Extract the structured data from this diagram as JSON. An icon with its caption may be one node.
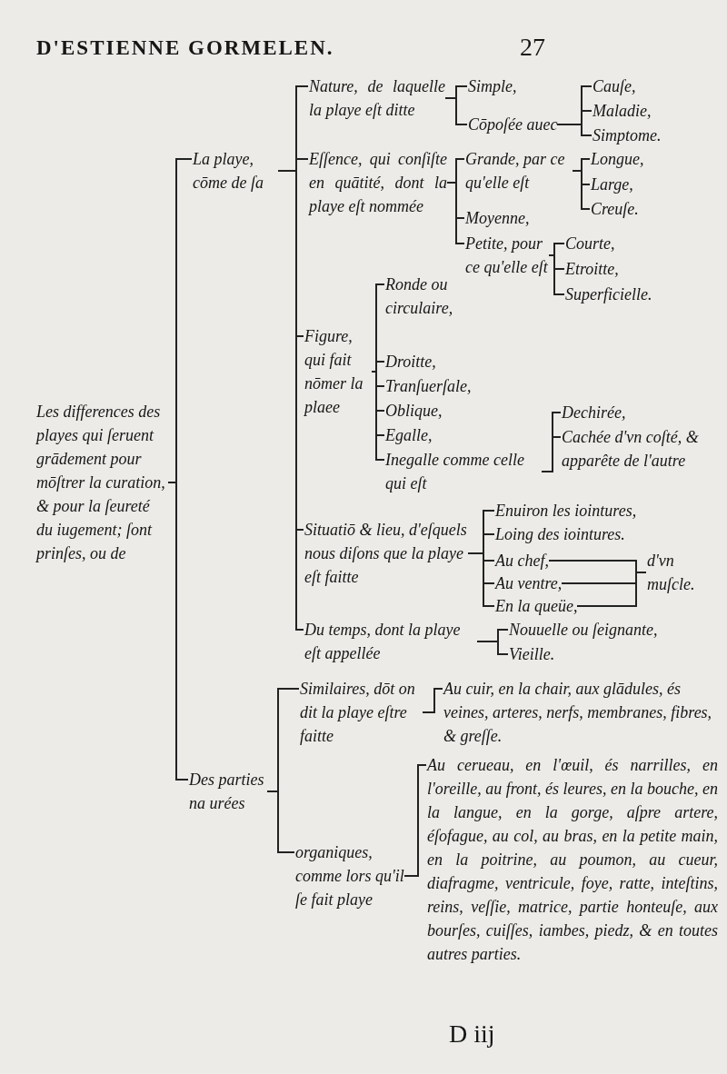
{
  "diagram": {
    "title": "D'ESTIENNE GORMELEN.",
    "nodes": [
      {
        "text": [
          "Les differences des playes qui ſeruent grādement pour mōſtrer la curation, & pour la ſeureté du iugement; ſont prinſes, ou de"
        ]
      },
      {
        "text": [
          "La playe, cōme de ſa"
        ]
      },
      {
        "text": [
          "Des parties na urées"
        ]
      },
      {
        "text": [
          "Nature, de laquelle la playe eſt ditte"
        ]
      },
      {
        "text": [
          "Simple,"
        ]
      },
      {
        "text": [
          "Cōpoſée auec"
        ]
      },
      {
        "text": [
          "Cauſe,"
        ]
      },
      {
        "text": [
          "Maladie,"
        ]
      },
      {
        "text": [
          "Simptome."
        ]
      },
      {
        "text": [
          "Eſſence, qui conſiſte en quātité, dont la playe eſt nommée"
        ]
      },
      {
        "text": [
          "Grande, par ce qu'elle eſt"
        ]
      },
      {
        "text": [
          "Longue,"
        ]
      },
      {
        "text": [
          "Large,"
        ]
      },
      {
        "text": [
          "Creuſe."
        ]
      },
      {
        "text": [
          "Moyenne,"
        ]
      },
      {
        "text": [
          "Petite, pour ce qu'elle eſt"
        ]
      },
      {
        "text": [
          "Courte,"
        ]
      },
      {
        "text": [
          "Etroitte,"
        ]
      },
      {
        "text": [
          "Superficielle."
        ]
      },
      {
        "text": [
          "Figure, qui fait nōmer la plaee"
        ]
      },
      {
        "text": [
          "Ronde ou circulaire,"
        ]
      },
      {
        "text": [
          "Droitte,"
        ]
      },
      {
        "text": [
          "Tranſuerſale,"
        ]
      },
      {
        "text": [
          "Oblique,"
        ]
      },
      {
        "text": [
          "Egalle,"
        ]
      },
      {
        "text": [
          "Inegalle comme celle qui eſt"
        ]
      },
      {
        "text": [
          "Dechirée,"
        ]
      },
      {
        "text": [
          "Cachée d'vn coſté, & apparête de l'autre"
        ]
      },
      {
        "text": [
          "Situatiō & lieu, d'eſquels nous diſons que la playe eſt faitte"
        ]
      },
      {
        "text": [
          "Enuiron les iointures,"
        ]
      },
      {
        "text": [
          "Loing des iointures."
        ]
      },
      {
        "text": [
          "Au chef,"
        ]
      },
      {
        "text": [
          "Au ventre,"
        ]
      },
      {
        "text": [
          "En la queüe,"
        ]
      },
      {
        "text": [
          "d'vn muſcle."
        ]
      },
      {
        "text": [
          "Du temps, dont la playe eſt appellée"
        ]
      },
      {
        "text": [
          "Nouuelle ou ſeignante,"
        ]
      },
      {
        "text": [
          "Vieille."
        ]
      },
      {
        "text": [
          "Similaires, dōt on dit la playe eſtre faitte"
        ]
      },
      {
        "text": [
          "Au cuir, en la chair, aux glādules, és veines, arteres, nerfs, membranes, fibres, & greſſe."
        ]
      },
      {
        "text": [
          "organiques, comme lors qu'il ſe fait playe"
        ]
      },
      {
        "text": [
          "Au cerueau, en l'œuil, és narrilles, en l'oreille, au front, és leures, en la bouche, en la langue, en la gorge, aſpre artere, éſofague, au col, au bras, en la petite main, en la poitrine, au poumon, au cueur, diafragme, ventricule, foye, ratte, inteſtins, reins, veſſie, matrice, partie honteuſe, aux bourſes, cuiſſes, iambes, piedz, & en toutes autres parties."
        ]
      }
    ],
    "edges": [
      {
        "from": 0,
        "to": 1,
        "arrow": "none"
      },
      {
        "from": 0,
        "to": 2,
        "arrow": "none"
      },
      {
        "from": 1,
        "to": 3,
        "arrow": "none"
      },
      {
        "from": 1,
        "to": 9,
        "arrow": "none"
      },
      {
        "from": 1,
        "to": 19,
        "arrow": "none"
      },
      {
        "from": 1,
        "to": 28,
        "arrow": "none"
      },
      {
        "from": 1,
        "to": 35,
        "arrow": "none"
      },
      {
        "from": 3,
        "to": 4,
        "arrow": "none"
      },
      {
        "from": 3,
        "to": 5,
        "arrow": "none"
      },
      {
        "from": 5,
        "to": 6,
        "arrow": "none"
      },
      {
        "from": 5,
        "to": 7,
        "arrow": "none"
      },
      {
        "from": 5,
        "to": 8,
        "arrow": "none"
      },
      {
        "from": 9,
        "to": 10,
        "arrow": "none"
      },
      {
        "from": 9,
        "to": 14,
        "arrow": "none"
      },
      {
        "from": 9,
        "to": 15,
        "arrow": "none"
      },
      {
        "from": 10,
        "to": 11,
        "arrow": "none"
      },
      {
        "from": 10,
        "to": 12,
        "arrow": "none"
      },
      {
        "from": 10,
        "to": 13,
        "arrow": "none"
      },
      {
        "from": 15,
        "to": 16,
        "arrow": "none"
      },
      {
        "from": 15,
        "to": 17,
        "arrow": "none"
      },
      {
        "from": 15,
        "to": 18,
        "arrow": "none"
      },
      {
        "from": 19,
        "to": 20,
        "arrow": "none"
      },
      {
        "from": 19,
        "to": 21,
        "arrow": "none"
      },
      {
        "from": 19,
        "to": 22,
        "arrow": "none"
      },
      {
        "from": 19,
        "to": 23,
        "arrow": "none"
      },
      {
        "from": 19,
        "to": 24,
        "arrow": "none"
      },
      {
        "from": 19,
        "to": 25,
        "arrow": "none"
      },
      {
        "from": 25,
        "to": 26,
        "arrow": "none"
      },
      {
        "from": 25,
        "to": 27,
        "arrow": "none"
      },
      {
        "from": 28,
        "to": 29,
        "arrow": "none"
      },
      {
        "from": 28,
        "to": 30,
        "arrow": "none"
      },
      {
        "from": 28,
        "to": 31,
        "arrow": "none"
      },
      {
        "from": 28,
        "to": 32,
        "arrow": "none"
      },
      {
        "from": 28,
        "to": 33,
        "arrow": "none"
      },
      {
        "from": 31,
        "to": 34,
        "arrow": "none"
      },
      {
        "from": 32,
        "to": 34,
        "arrow": "none"
      },
      {
        "from": 33,
        "to": 34,
        "arrow": "none"
      },
      {
        "from": 35,
        "to": 36,
        "arrow": "none"
      },
      {
        "from": 35,
        "to": 37,
        "arrow": "none"
      },
      {
        "from": 2,
        "to": 38,
        "arrow": "none"
      },
      {
        "from": 2,
        "to": 40,
        "arrow": "none"
      },
      {
        "from": 38,
        "to": 39,
        "arrow": "none"
      },
      {
        "from": 40,
        "to": 41,
        "arrow": "none"
      }
    ],
    "labels": [
      "27",
      "D iij"
    ]
  }
}
